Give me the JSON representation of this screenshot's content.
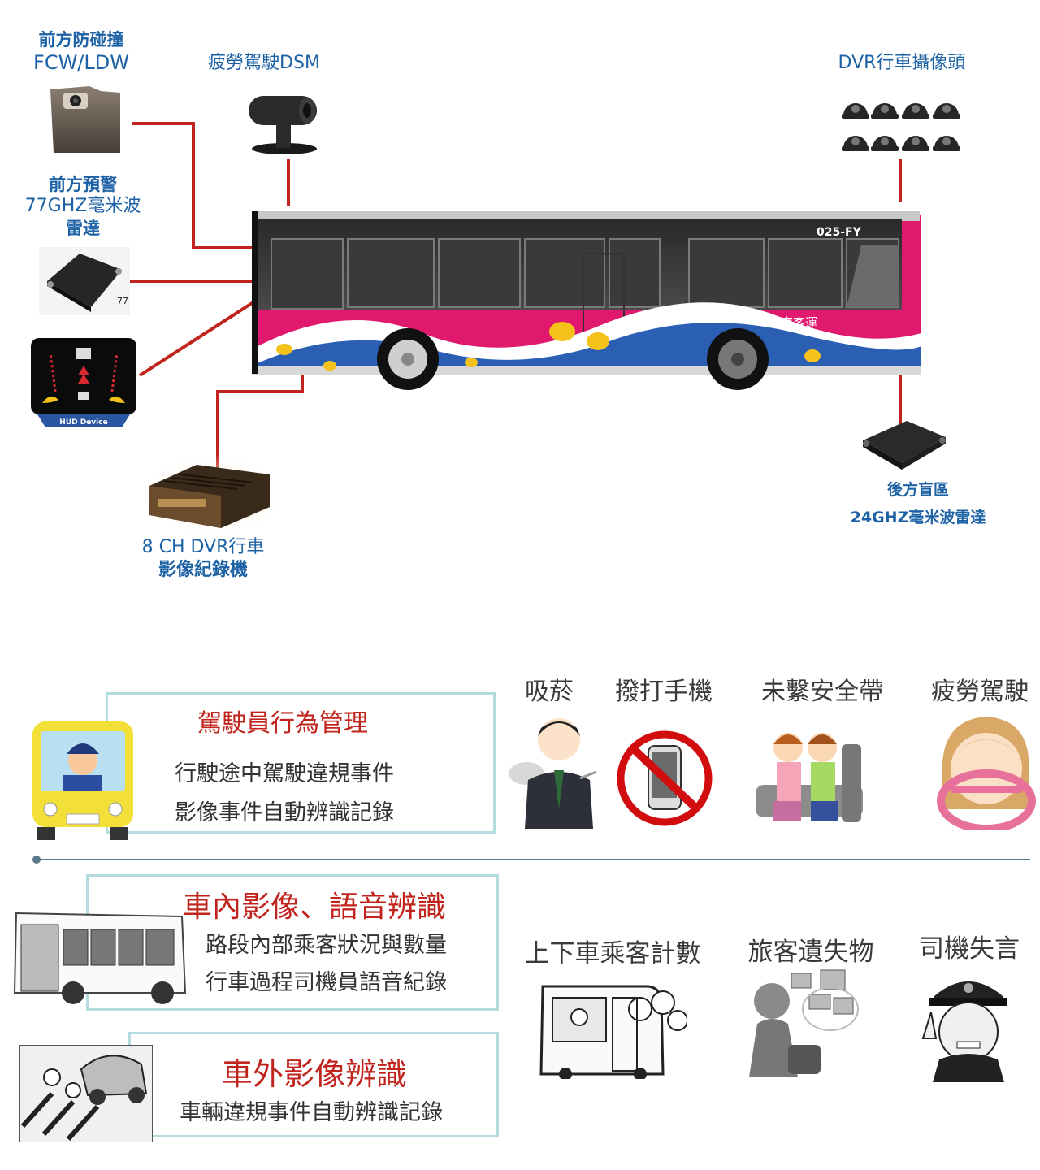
{
  "top": {
    "fcw": {
      "line1": "前方防碰撞",
      "line2": "FCW/LDW"
    },
    "dsm": "疲勞駕駛DSM",
    "dvr_cam": "DVR行車攝像頭",
    "radar77": {
      "line1": "前方預警",
      "line2": "77GHZ毫米波",
      "line3": "雷達"
    },
    "hud": "HUD Device",
    "radar_side": "77",
    "dvr_rec": {
      "line1": "8 CH DVR行車",
      "line2": "影像紀錄機"
    },
    "rear": {
      "line1": "後方盲區",
      "line2": "24GHZ毫米波雷達"
    },
    "bus": {
      "plate": "025-FY",
      "company": "東南客運"
    },
    "colors": {
      "connector": "#c0241d",
      "label": "#1e62a6",
      "bus_pink": "#e0186e",
      "bus_blue": "#2a5fb4"
    }
  },
  "bottom": {
    "section1": {
      "title": "駕駛員行為管理",
      "line1": "行駛途中駕駛違規事件",
      "line2": "影像事件自動辨識記錄"
    },
    "section2": {
      "title": "車內影像、語音辨識",
      "line1": "路段內部乘客狀況與數量",
      "line2": "行車過程司機員語音紀錄"
    },
    "section3": {
      "title": "車外影像辨識",
      "line1": "車輛違規事件自動辨識記錄"
    },
    "behaviors": [
      "吸菸",
      "撥打手機",
      "未繫安全帶",
      "疲勞駕駛"
    ],
    "incar": [
      "上下車乘客計數",
      "旅客遺失物",
      "司機失言"
    ],
    "colors": {
      "box_border": "#b3dcdf",
      "title": "#c0241d",
      "divider": "#5b7a8c"
    }
  }
}
